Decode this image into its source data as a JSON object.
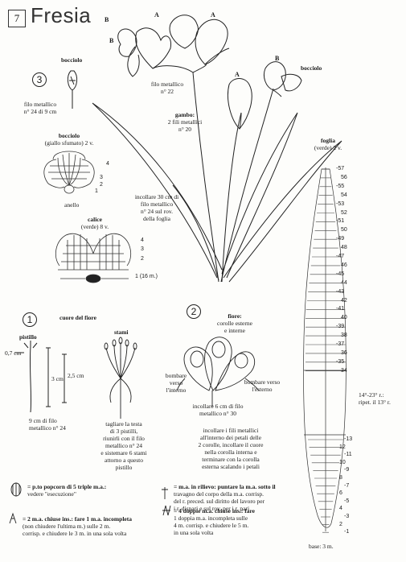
{
  "header": {
    "number": "7",
    "title": "Fresia"
  },
  "petal_labels": {
    "a": "A",
    "b": "B"
  },
  "main_plant": {
    "bud_label": "bocciolo",
    "bud_label_right": "bocciolo",
    "wire_label_1": "filo metallico",
    "wire_label_2": "n° 22",
    "stem_title": "gambo:",
    "stem_line_1": "2 fili metallici",
    "stem_line_2": "n° 20",
    "glue_line_1": "incollare 30 cm di",
    "glue_line_2": "filo metallico",
    "glue_line_3": "n° 24 sul rov.",
    "glue_line_4": "della foglia"
  },
  "section3": {
    "number": "3",
    "bud_title": "bocciolo",
    "wire_line_1": "filo metallico",
    "wire_line_2": "n° 24 di 9 cm",
    "bud2_title": "bocciolo",
    "bud2_sub": "(giallo sfumato) 2 v.",
    "anello": "anello",
    "calyx_title": "calice",
    "calyx_sub": "(verde) 8 v.",
    "calyx_row1": "1 (16 m.)",
    "row_numbers": [
      "1",
      "2",
      "3",
      "4"
    ]
  },
  "section1": {
    "number": "1",
    "title": "cuore del fiore",
    "pistil_title": "pistillo",
    "pistil_len": "0,7 cm",
    "len_3cm": "3 cm",
    "len_25cm": "2,5 cm",
    "pistil_wire_1": "9 cm di filo",
    "pistil_wire_2": "metallico n° 24",
    "stamens_title": "stami",
    "stamens_text": [
      "tagliare la testa",
      "di 3 pistilli,",
      "riunirli con il filo",
      "metallico n° 24",
      "e sistemare 6 stami",
      "attorno a questo",
      "pistillo"
    ]
  },
  "section2": {
    "number": "2",
    "title": "fiore:",
    "sub_1": "corolle esterne",
    "sub_2": "e interne",
    "left_note": [
      "bombare",
      "verso",
      "l'interno"
    ],
    "right_note": [
      "bombare verso",
      "l'esterno"
    ],
    "wire_1": "incollare 6 cm di filo",
    "wire_2": "metallico n° 30",
    "assembly": [
      "incollare i fili metallici",
      "all'interno dei petali delle",
      "2 corolle, incollare il cuore",
      "nella corolla interna e",
      "terminare con la corolla",
      "esterna scalando i petali"
    ]
  },
  "leaf": {
    "title": "foglia",
    "sub": "(verde) 2 v.",
    "repeat_1": "14°-23° r.:",
    "repeat_2": "ripet. il 13° r.",
    "base": "base: 3 m.",
    "rows_top": [
      "57",
      "56",
      "55",
      "54",
      "53",
      "52",
      "51",
      "50",
      "49",
      "48",
      "47",
      "46",
      "45",
      "44",
      "43",
      "42",
      "41",
      "40",
      "39",
      "38",
      "37",
      "36",
      "35",
      "34"
    ],
    "rows_bottom": [
      "13",
      "12",
      "11",
      "10",
      "9",
      "8",
      "7",
      "6",
      "5",
      "4",
      "3",
      "2",
      "1"
    ]
  },
  "legend": {
    "popcorn_1": "= p.to popcorn di 5 triple m.a.:",
    "popcorn_2": "vedere \"esecuzione\"",
    "relief_1": "= m.a. in rilievo: puntare la m.a. sotto il",
    "relief_2": "travagno del corpo della m.a. corrisp.",
    "relief_3": "del r. preced. sul diritto del lavoro per",
    "relief_4": "i r. dispari e sul rov. per i r. pari",
    "ma2_1": "= 2 m.a. chiuse ins.: fare 1 m.a. incompleta",
    "ma2_2": "(non chiudere l'ultima m.) sulle 2 m.",
    "ma2_3": "corrisp. e chiudere le 3 m. in una sola volta",
    "ma4_1": "= 4 doppie m.a. chiuse ins.: fare",
    "ma4_2": "1 doppia m.a. incompleta sulle",
    "ma4_3": "4 m. corrisp. e chiudere le 5 m.",
    "ma4_4": "in una sola volta"
  }
}
